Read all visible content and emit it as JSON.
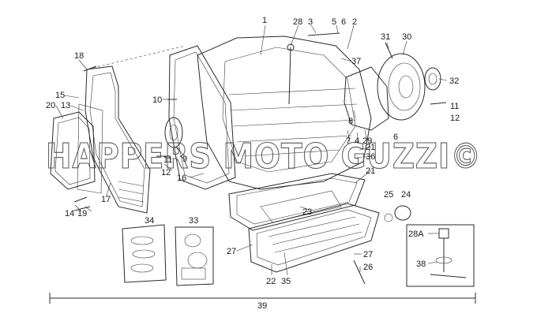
{
  "watermark": "HAPPERS MOTO GUZZI©",
  "callouts": {
    "c1": "1",
    "c28": "28",
    "c3": "3",
    "c5": "5",
    "c6a": "6",
    "c2": "2",
    "c31": "31",
    "c30": "30",
    "c18": "18",
    "c37": "37",
    "c32": "32",
    "c15": "15",
    "c20": "20",
    "c13": "13",
    "c10": "10",
    "c8": "8",
    "c11a": "11",
    "c12a": "12",
    "c7": "7",
    "c4": "4",
    "c29": "29",
    "c6b": "6",
    "c21a": "21",
    "c36": "36",
    "c9": "9",
    "c11b": "11",
    "c12b": "12",
    "c16": "16",
    "c21b": "21",
    "c17": "17",
    "c25": "25",
    "c24": "24",
    "c23": "23",
    "c14": "14",
    "c19": "19",
    "c34": "34",
    "c33": "33",
    "c28a": "28A",
    "c27a": "27",
    "c27b": "27",
    "c26": "26",
    "c38": "38",
    "c22": "22",
    "c35": "35",
    "c39": "39"
  }
}
